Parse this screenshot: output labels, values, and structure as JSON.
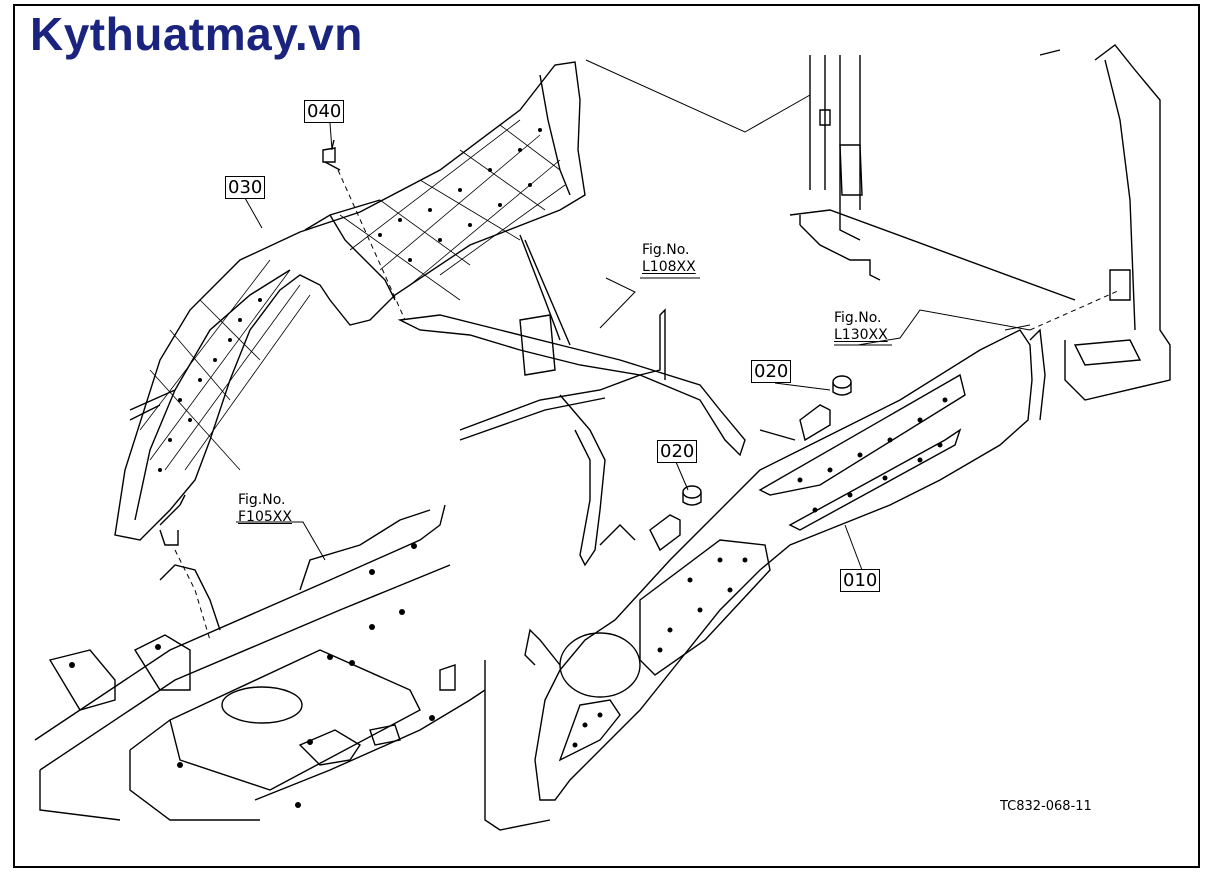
{
  "brand": {
    "text": "Kythuatmay.vn",
    "color": "#1a237e"
  },
  "callouts": [
    {
      "id": "010",
      "label": "010"
    },
    {
      "id": "020a",
      "label": "020"
    },
    {
      "id": "020b",
      "label": "020"
    },
    {
      "id": "030",
      "label": "030"
    },
    {
      "id": "040",
      "label": "040"
    }
  ],
  "figure_refs": [
    {
      "id": "l108",
      "label": "Fig.No.",
      "number": "L108XX"
    },
    {
      "id": "l130",
      "label": "Fig.No.",
      "number": "L130XX"
    },
    {
      "id": "f105",
      "label": "Fig.No.",
      "number": "F105XX"
    }
  ],
  "drawing_number": "TC832-068-11"
}
